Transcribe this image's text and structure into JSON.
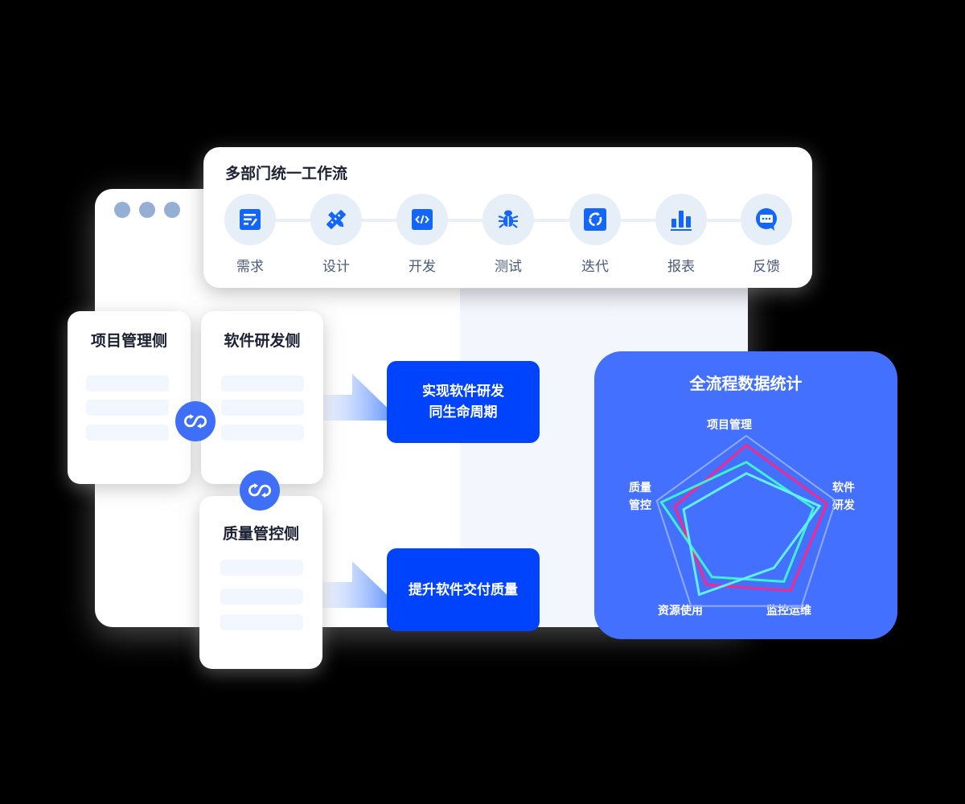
{
  "window": {
    "dots": [
      "window-dot-1",
      "window-dot-2",
      "window-dot-3"
    ]
  },
  "workflow": {
    "title": "多部门统一工作流",
    "steps": [
      {
        "label": "需求",
        "icon": "requirement-icon"
      },
      {
        "label": "设计",
        "icon": "design-ruler-icon"
      },
      {
        "label": "开发",
        "icon": "code-icon"
      },
      {
        "label": "测试",
        "icon": "bug-icon"
      },
      {
        "label": "迭代",
        "icon": "iteration-cycle-icon"
      },
      {
        "label": "报表",
        "icon": "bar-chart-icon"
      },
      {
        "label": "反馈",
        "icon": "chat-bubble-icon"
      }
    ]
  },
  "sides": {
    "project": {
      "title": "项目管理侧"
    },
    "dev": {
      "title": "软件研发侧"
    },
    "quality": {
      "title": "质量管控侧"
    }
  },
  "callouts": {
    "lifecycle": {
      "line1": "实现软件研发",
      "line2": "同生命周期"
    },
    "quality": {
      "text": "提升软件交付质量"
    }
  },
  "colors": {
    "accent": "#0043fd",
    "radar_bg": "#4370fe",
    "sync_badge": "#3f6ff6",
    "icon_blue": "#1366f8",
    "series_pink": "#f7288c",
    "series_teal": "#3ff0c8",
    "series_cyan": "#64f0f0"
  },
  "radar": {
    "title": "全流程数据统计",
    "axes": [
      "项目管理",
      "软件研发",
      "监控运维",
      "资源使用",
      "质量管控"
    ],
    "labels": {
      "top": "项目管理",
      "right_line1": "软件",
      "right_line2": "研发",
      "bottom_right": "监控运维",
      "bottom_left": "资源使用",
      "left_line1": "质量",
      "left_line2": "管控"
    }
  },
  "chart_data": {
    "type": "radar",
    "title": "全流程数据统计",
    "categories": [
      "项目管理",
      "软件研发",
      "监控运维",
      "资源使用",
      "质量管控"
    ],
    "range": [
      0,
      100
    ],
    "grid": "single outer pentagon",
    "series": [
      {
        "name": "series-pink",
        "color": "#f7288c",
        "values": [
          90,
          90,
          80,
          72,
          80
        ]
      },
      {
        "name": "series-teal",
        "color": "#3ff0c8",
        "values": [
          72,
          75,
          68,
          62,
          95
        ]
      },
      {
        "name": "series-cyan",
        "color": "#64f0f0",
        "values": [
          60,
          82,
          50,
          85,
          70
        ]
      }
    ]
  }
}
